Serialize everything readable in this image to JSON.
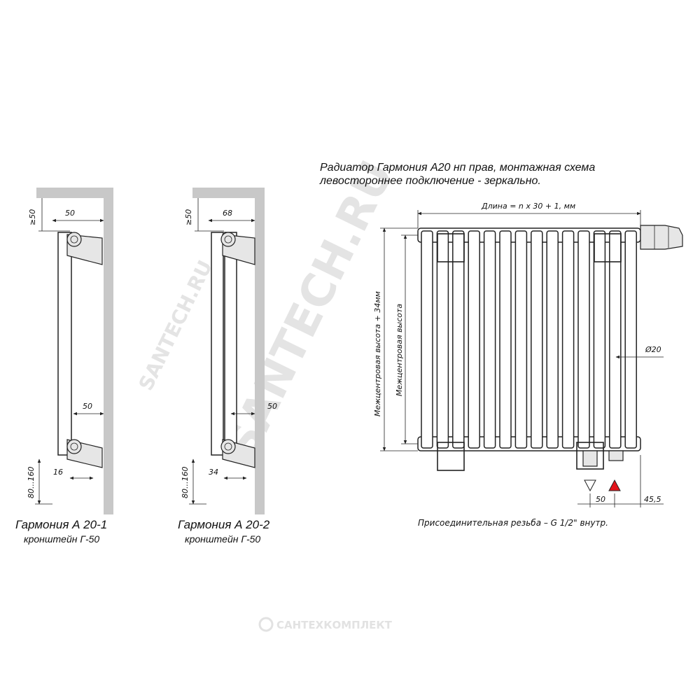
{
  "title": {
    "line1": "Радиатор Гармония А20 нп прав, монтажная схема",
    "line2": "левостороннее подключение - зеркально."
  },
  "variant1": {
    "caption": "Гармония  А 20-1",
    "bracket": "кронштейн Г-50",
    "dim_top_gap": "≥50",
    "dim_top_width": "50",
    "dim_bottom_width": "50",
    "dim_offset": "16",
    "dim_floor": "80...160"
  },
  "variant2": {
    "caption": "Гармония  А 20-2",
    "bracket": "кронштейн Г-50",
    "dim_top_gap": "≥50",
    "dim_top_width": "68",
    "dim_bottom_width": "50",
    "dim_offset": "34",
    "dim_floor": "80...160"
  },
  "front": {
    "length_label": "Длина = n x 30 + 1, мм",
    "height_outer_label": "Межцентровая высота + 34мм",
    "height_inner_label": "Межцентровая высота",
    "diameter_label": "Ø20",
    "dim_50": "50",
    "dim_45_5": "45,5",
    "thread_note": "Присоединительная резьба – G 1/2\" внутр.",
    "flow_colors": {
      "return": "#ffffff",
      "supply": "#e3141b"
    }
  },
  "watermark": "SANTECH.RU",
  "brand_footer": "САНТЕХКОМПЛЕКТ"
}
